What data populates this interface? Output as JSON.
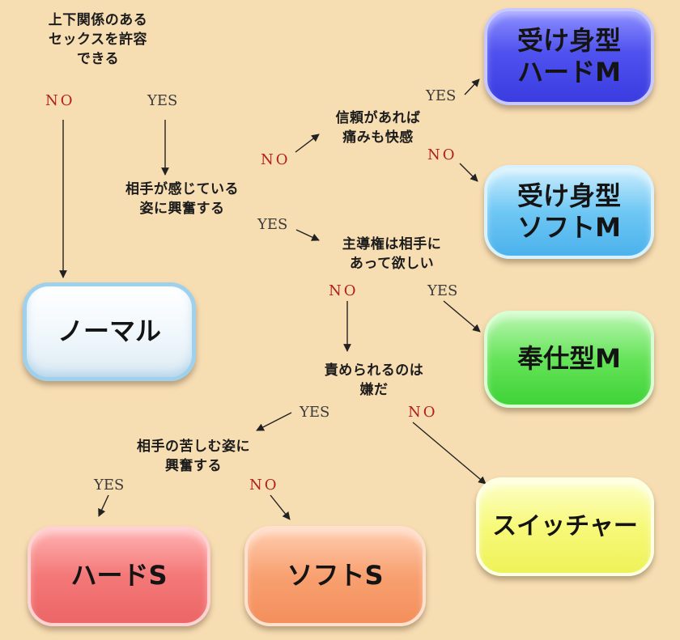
{
  "questions": {
    "q1": [
      "上下関係のある",
      "セックスを許容",
      "できる"
    ],
    "q2": [
      "相手が感じている",
      "姿に興奮する"
    ],
    "q3": [
      "信頼があれば",
      "痛みも快感"
    ],
    "q4": [
      "主導権は相手に",
      "あって欲しい"
    ],
    "q5": [
      "責められるのは",
      "嫌だ"
    ],
    "q6": [
      "相手の苦しむ姿に",
      "興奮する"
    ]
  },
  "labels": {
    "q1_no": "NO",
    "q1_yes": "YES",
    "q2_no": "NO",
    "q2_yes": "YES",
    "q3_yes": "YES",
    "q3_no": "NO",
    "q4_no": "NO",
    "q4_yes": "YES",
    "q5_yes": "YES",
    "q5_no": "NO",
    "q6_yes": "YES",
    "q6_no": "NO"
  },
  "results": {
    "hard_m": [
      "受け身型",
      "ハードM"
    ],
    "soft_m": [
      "受け身型",
      "ソフトM"
    ],
    "hoshi_m": [
      "奉仕型M"
    ],
    "switcher": [
      "スイッチャー"
    ],
    "normal": [
      "ノーマル"
    ],
    "hard_s": [
      "ハードS"
    ],
    "soft_s": [
      "ソフトS"
    ]
  },
  "colors": {
    "background": "#f7ddb2",
    "hard_m": "#4f52ee",
    "soft_m": "#6ec7f4",
    "hoshi_m": "#66e359",
    "switcher": "#f7f97a",
    "normal": "#ffffff",
    "hard_s": "#f47878",
    "soft_s": "#f8a070",
    "no_label": "#b0201c",
    "yes_label": "#3a3a3a"
  }
}
